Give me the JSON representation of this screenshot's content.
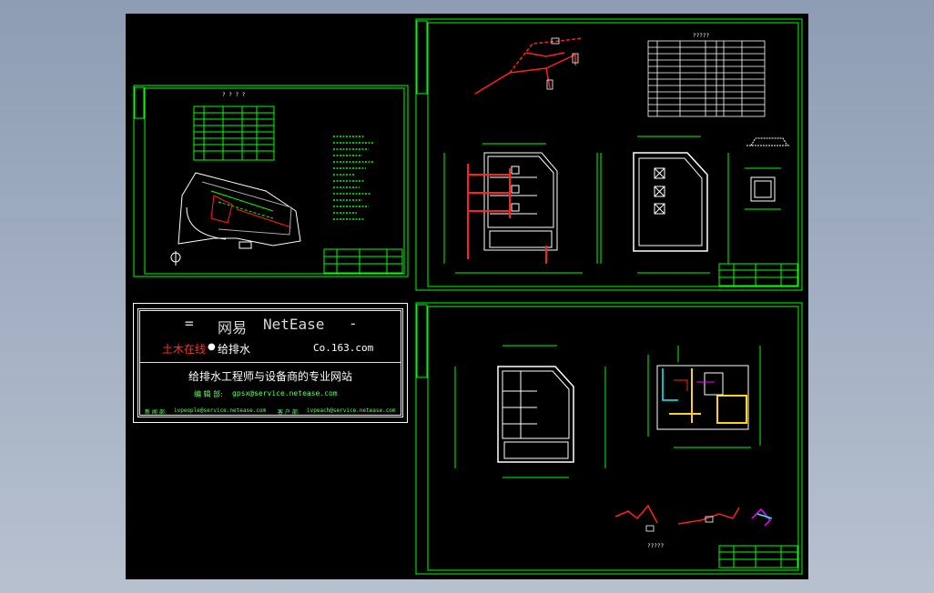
{
  "colors": {
    "background": "#000000",
    "frame": "#00ff00",
    "pipe_red": "#ff2020",
    "fixture_yellow": "#ffd700",
    "fixture_cyan": "#00ffff",
    "fixture_magenta": "#ff00ff",
    "logo_red": "#ff3322",
    "logo_green": "#66ff66"
  },
  "banner": {
    "title_left": "=",
    "title_cn": "网易",
    "title_en": "NetEase",
    "title_right": "-",
    "brand_red": "土木在线",
    "bullet": "●",
    "brand_rest": "给排水",
    "domain": "Co.163.com",
    "slogan": "给排水工程师与设备商的专业网站",
    "editor_label": "编 辑 部:",
    "editor_email": "gpsx@service.netease.com",
    "contact1_label": "新 闻 部:",
    "contact1_email": "ivpeople@service.netease.com",
    "contact2_label": "客 户 部:",
    "contact2_email": "ivpeach@service.netease.com"
  },
  "sheets": {
    "top_left_title": "? ? ? ?",
    "top_right_title": "?????",
    "bottom_right_title": "?????"
  }
}
